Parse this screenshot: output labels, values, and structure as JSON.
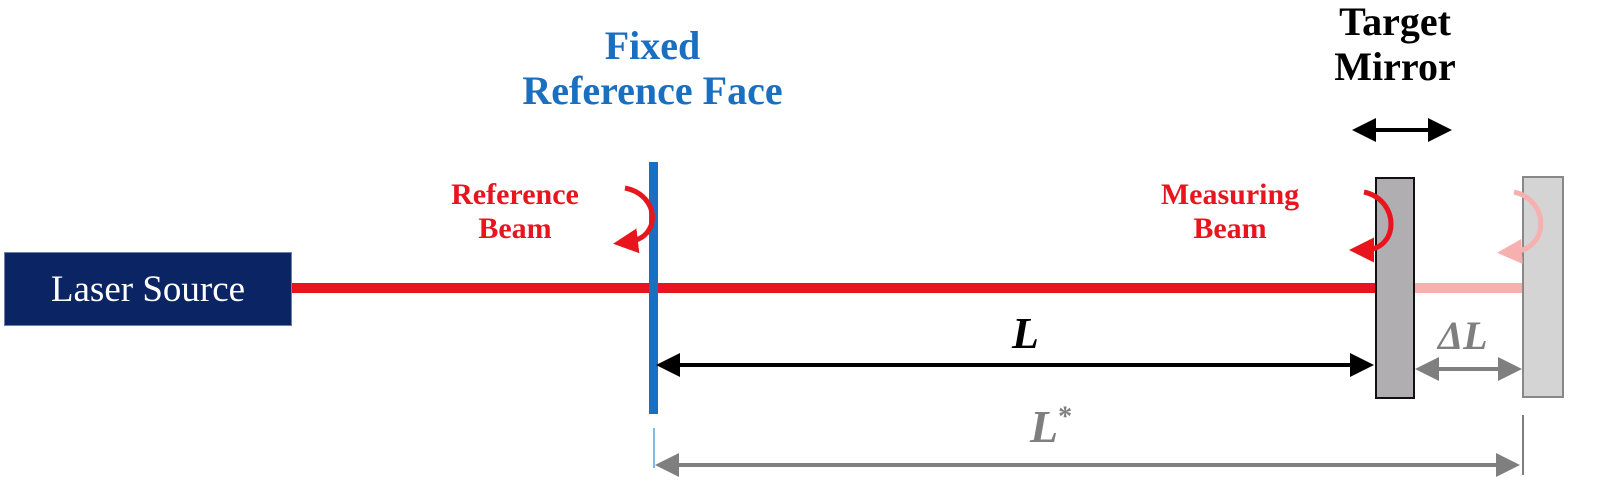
{
  "diagram": {
    "laser_source": {
      "label": "Laser Source",
      "fill": "#0b2463"
    },
    "fixed_reference_face": {
      "line1": "Fixed",
      "line2": "Reference Face",
      "color": "#1a6fc0"
    },
    "reference_beam": {
      "line1": "Reference",
      "line2": "Beam",
      "color": "#e8141e"
    },
    "target_mirror": {
      "line1": "Target",
      "line2": "Mirror",
      "fill": "#b0aeb0"
    },
    "measuring_beam": {
      "line1": "Measuring",
      "line2": "Beam",
      "color": "#e8141e"
    },
    "displaced_mirror": {
      "fill": "#d4d4d4",
      "beam_color": "#f7b0b0"
    },
    "dimensions": {
      "L": "L",
      "delta_L": "ΔL",
      "L_star": "L",
      "L_star_sup": "*"
    },
    "colors": {
      "beam": "#e8141e",
      "beam_faded": "#f7b0b0",
      "dimension_black": "#000000",
      "dimension_gray": "#7f7f7f"
    }
  }
}
